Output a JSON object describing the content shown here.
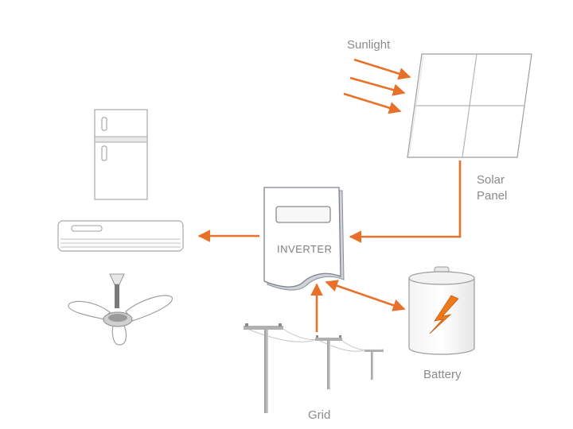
{
  "labels": {
    "sunlight": "Sunlight",
    "solar_panel_line1": "Solar",
    "solar_panel_line2": "Panel",
    "inverter": "INVERTER",
    "battery": "Battery",
    "grid": "Grid"
  },
  "colors": {
    "arrow": "#e8712a",
    "outline": "#9e9e9e",
    "text": "#8a8a8a",
    "lightning": "#f07a1a"
  },
  "icons": [
    "refrigerator-icon",
    "air-conditioner-icon",
    "ceiling-fan-icon",
    "solar-panel-icon",
    "inverter-icon",
    "battery-icon",
    "power-grid-icon"
  ]
}
